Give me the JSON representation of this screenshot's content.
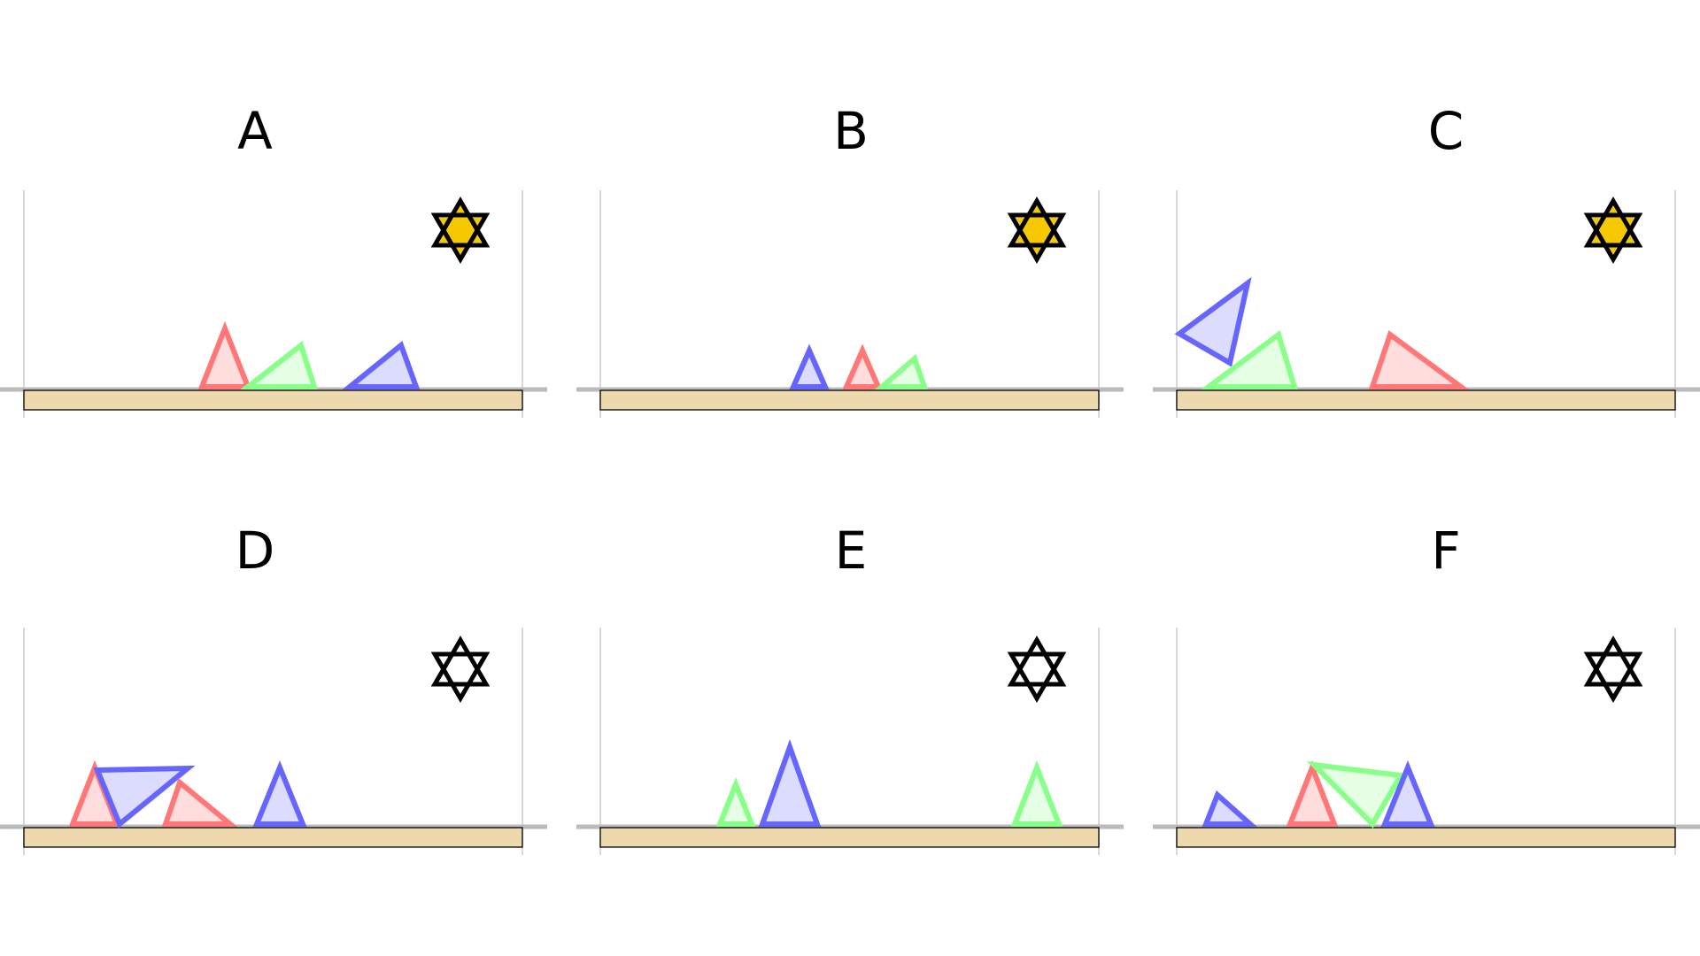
{
  "colors": {
    "red": "#ff7777",
    "green": "#88ff88",
    "blue": "#6666ff",
    "red_fill": "#ffdddd",
    "green_fill": "#e4ffe4",
    "blue_fill": "#dcdcff",
    "star_fill": "#f5c800",
    "star_stroke": "#000000",
    "shelf_fill": "#eed9ae"
  },
  "icons": {
    "star": "six-pointed-star-icon"
  },
  "panels": [
    {
      "label": "A",
      "star_filled": true,
      "shapes": [
        {
          "color": "red",
          "points": [
            [
              -2,
              0
            ],
            [
              0,
              1
            ],
            [
              2,
              0
            ]
          ]
        },
        {
          "color": "green",
          "points": [
            [
              0,
              0
            ],
            [
              4,
              1
            ],
            [
              5,
              0
            ]
          ]
        },
        {
          "color": "blue",
          "points": [
            [
              4,
              0
            ],
            [
              8,
              1
            ],
            [
              9,
              0
            ]
          ]
        }
      ]
    },
    {
      "label": "B",
      "star_filled": true,
      "shapes": [
        {
          "color": "blue",
          "points": [
            [
              -2,
              0
            ],
            [
              0,
              1
            ],
            [
              2,
              0
            ]
          ]
        },
        {
          "color": "red",
          "points": [
            [
              2,
              0
            ],
            [
              4,
              1
            ],
            [
              6,
              0
            ]
          ]
        },
        {
          "color": "green",
          "points": [
            [
              6,
              0
            ],
            [
              9,
              1
            ],
            [
              10,
              0
            ]
          ]
        }
      ]
    },
    {
      "label": "C",
      "star_filled": true,
      "shapes": [
        {
          "color": "blue",
          "points": [
            [
              0,
              1
            ],
            [
              3,
              2
            ],
            [
              2,
              0
            ]
          ]
        },
        {
          "color": "green",
          "points": [
            [
              1,
              0
            ],
            [
              5,
              1
            ],
            [
              6,
              0
            ]
          ]
        },
        {
          "color": "red",
          "points": [
            [
              8,
              0
            ],
            [
              9,
              1
            ],
            [
              12,
              0
            ]
          ]
        }
      ]
    },
    {
      "label": "D",
      "star_filled": false,
      "shapes": [
        {
          "color": "red",
          "points": [
            [
              0,
              0
            ],
            [
              1,
              1
            ],
            [
              2,
              0
            ]
          ]
        },
        {
          "color": "blue",
          "points": [
            [
              1,
              1
            ],
            [
              4,
              1
            ],
            [
              2,
              0
            ]
          ]
        },
        {
          "color": "red",
          "points": [
            [
              3,
              0
            ],
            [
              4,
              1
            ],
            [
              6,
              0
            ]
          ]
        },
        {
          "color": "blue",
          "points": [
            [
              7,
              0
            ],
            [
              8,
              1
            ],
            [
              9,
              0
            ]
          ]
        }
      ]
    },
    {
      "label": "E",
      "star_filled": false,
      "shapes": [
        {
          "color": "green",
          "points": [
            [
              0,
              0
            ],
            [
              1,
              1
            ],
            [
              2,
              0
            ]
          ]
        },
        {
          "color": "blue",
          "points": [
            [
              2,
              0
            ],
            [
              3,
              2
            ],
            [
              4,
              0
            ]
          ]
        },
        {
          "color": "green",
          "points": [
            [
              9,
              0
            ],
            [
              10,
              1
            ],
            [
              11,
              0
            ]
          ]
        }
      ]
    },
    {
      "label": "F",
      "star_filled": false,
      "shapes": [
        {
          "color": "blue",
          "points": [
            [
              0,
              0
            ],
            [
              1,
              1
            ],
            [
              2,
              0
            ]
          ]
        },
        {
          "color": "red",
          "points": [
            [
              3,
              0
            ],
            [
              4,
              1
            ],
            [
              5,
              0
            ]
          ]
        },
        {
          "color": "green",
          "points": [
            [
              4,
              1
            ],
            [
              7,
              1
            ],
            [
              6,
              0
            ]
          ]
        },
        {
          "color": "blue",
          "points": [
            [
              6,
              0
            ],
            [
              7,
              1
            ],
            [
              8,
              0
            ]
          ]
        }
      ]
    }
  ]
}
